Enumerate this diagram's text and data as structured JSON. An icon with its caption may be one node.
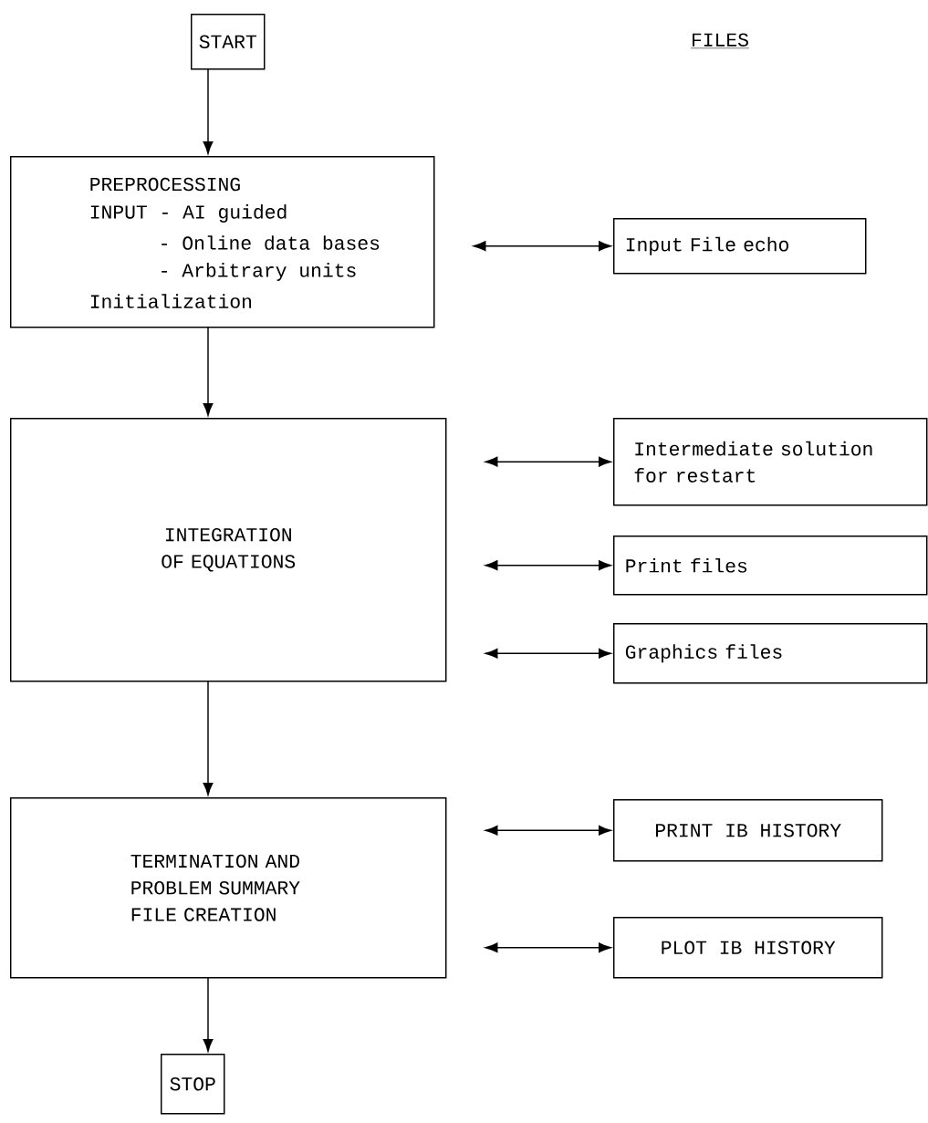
{
  "diagram": {
    "nodes": [
      {
        "text": [
          "START"
        ]
      },
      {
        "text": [
          "PREPROCESSING",
          "INPUT - AI guided",
          "- Online data bases",
          "- Arbitrary units",
          "Initialization"
        ]
      },
      {
        "text": [
          "Input File echo"
        ]
      },
      {
        "text": [
          "INTEGRATION OF EQUATIONS"
        ]
      },
      {
        "text": [
          "Intermediate solution for restart"
        ]
      },
      {
        "text": [
          "Print files"
        ]
      },
      {
        "text": [
          "Graphics files"
        ]
      },
      {
        "text": [
          "TERMINATION AND PROBLEM SUMMARY FILE CREATION"
        ]
      },
      {
        "text": [
          "PRINT IB HISTORY"
        ]
      },
      {
        "text": [
          "PLOT IB HISTORY"
        ]
      },
      {
        "text": [
          "STOP"
        ]
      }
    ],
    "edges": [
      {
        "from": 0,
        "to": 1,
        "arrow": "to"
      },
      {
        "from": 1,
        "to": 2,
        "arrow": "both"
      },
      {
        "from": 1,
        "to": 3,
        "arrow": "to"
      },
      {
        "from": 3,
        "to": 4,
        "arrow": "both"
      },
      {
        "from": 3,
        "to": 5,
        "arrow": "both"
      },
      {
        "from": 3,
        "to": 6,
        "arrow": "both"
      },
      {
        "from": 3,
        "to": 7,
        "arrow": "to"
      },
      {
        "from": 7,
        "to": 8,
        "arrow": "both"
      },
      {
        "from": 7,
        "to": 9,
        "arrow": "both"
      },
      {
        "from": 7,
        "to": 10,
        "arrow": "to"
      }
    ],
    "labels": [
      "FILES"
    ]
  }
}
